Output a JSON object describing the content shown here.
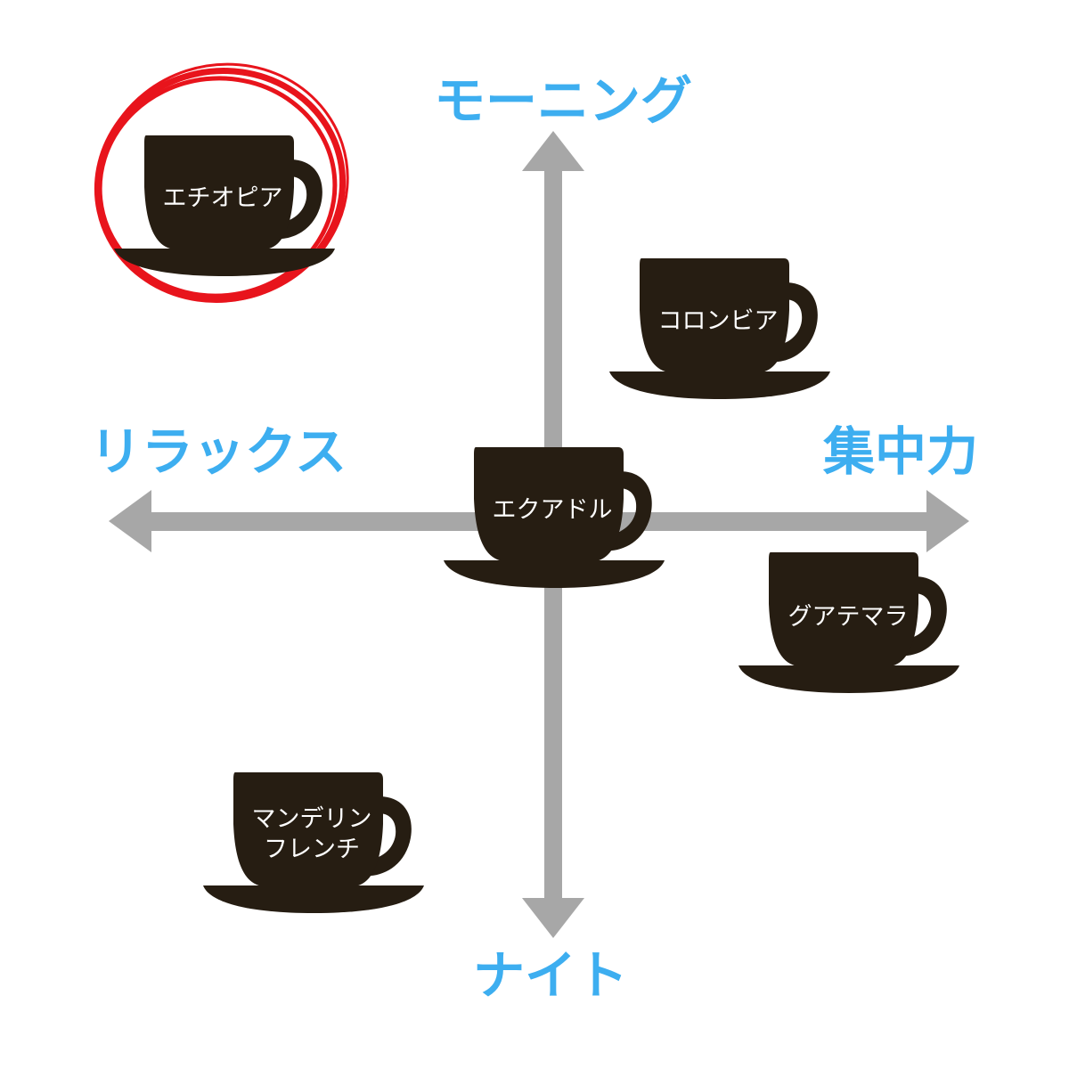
{
  "colors": {
    "axis": "#a7a7a7",
    "axis_label": "#3daef0",
    "cup": "#261d12",
    "cup_text": "#ffffff",
    "highlight": "#e8141c"
  },
  "axes": {
    "top": "モーニング",
    "bottom": "ナイト",
    "left": "リラックス",
    "right": "集中力"
  },
  "cups": [
    {
      "id": "ethiopia",
      "label": "エチオピア",
      "highlighted": true
    },
    {
      "id": "colombia",
      "label": "コロンビア",
      "highlighted": false
    },
    {
      "id": "ecuador",
      "label": "エクアドル",
      "highlighted": false
    },
    {
      "id": "guatemala",
      "label": "グアテマラ",
      "highlighted": false
    },
    {
      "id": "mandheling-french",
      "label_line1": "マンデリン",
      "label_line2": "フレンチ",
      "highlighted": false
    }
  ]
}
